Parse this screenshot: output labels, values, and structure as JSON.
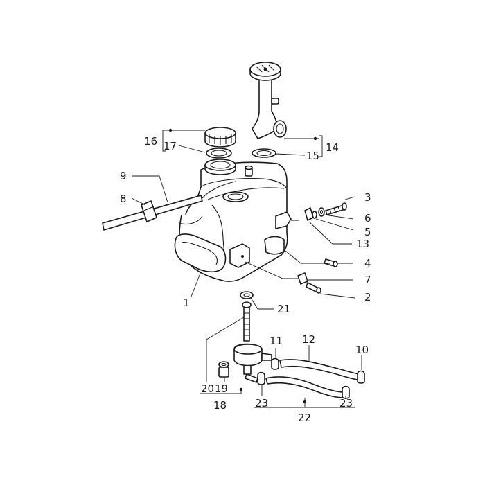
{
  "labels": {
    "l1": "1",
    "l2": "2",
    "l3": "3",
    "l4": "4",
    "l5": "5",
    "l6": "6",
    "l7": "7",
    "l8": "8",
    "l9": "9",
    "l10": "10",
    "l11": "11",
    "l12": "12",
    "l13": "13",
    "l14": "14",
    "l15": "15",
    "l16": "16",
    "l17": "17",
    "l18": "18",
    "l19": "19",
    "l20": "20",
    "l21": "21",
    "l22": "22",
    "l23a": "23",
    "l23b": "23"
  },
  "colors": {
    "line": "#1a1a1a",
    "background": "#ffffff"
  }
}
